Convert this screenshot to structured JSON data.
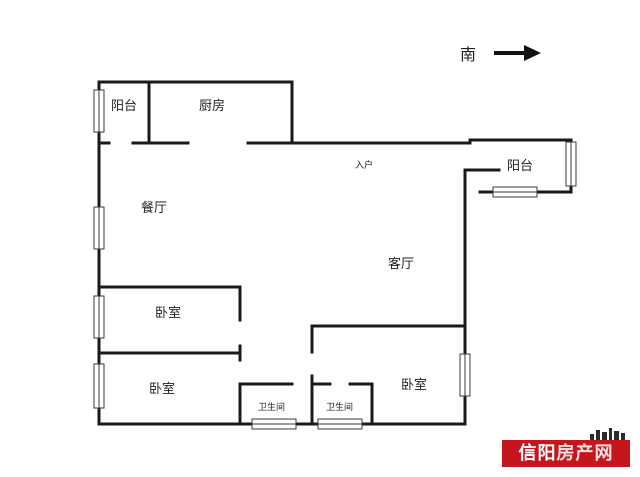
{
  "compass": {
    "label": "南",
    "arrow_icon": "arrow-right-icon"
  },
  "rooms": {
    "balcony_left": "阳台",
    "kitchen": "厨房",
    "entrance": "入户",
    "balcony_right": "阳台",
    "dining": "餐厅",
    "living": "客厅",
    "bedroom_1": "卧室",
    "bedroom_2": "卧室",
    "bedroom_3": "卧室",
    "bathroom_1": "卫生间",
    "bathroom_2": "卫生间"
  },
  "watermark": {
    "part1": "信阳",
    "part2": "房产网"
  },
  "colors": {
    "wall": "#1a1a1a",
    "brand": "#c4161c"
  }
}
